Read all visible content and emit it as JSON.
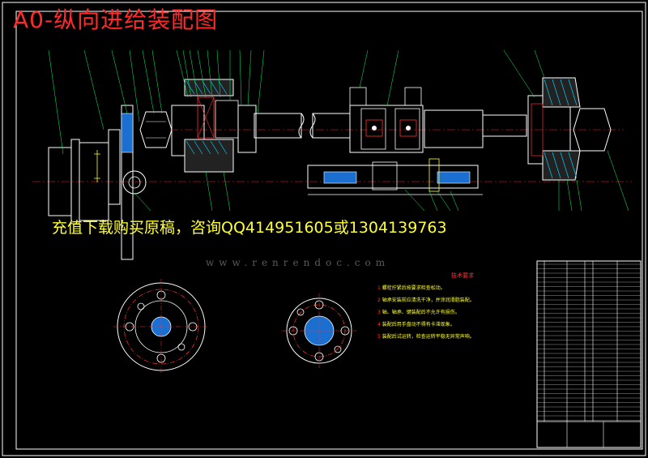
{
  "drawing": {
    "title": "A0-纵向进给装配图",
    "ad_text": "充值下载购买原稿，咨询QQ414951605或1304139763",
    "watermark": "www.renrendoc.com"
  },
  "tech_notes": {
    "heading": "技术要求",
    "items": [
      {
        "num": "1",
        "text": "螺栓拧紧后按要求检查松动。"
      },
      {
        "num": "2",
        "text": "轴承安装前应清洗干净，并涂润滑脂装配。"
      },
      {
        "num": "3",
        "text": "轴、轴承、键装配后不允许有损伤。"
      },
      {
        "num": "4",
        "text": "装配后用手盘动不得有卡滞现象。"
      },
      {
        "num": "5",
        "text": "装配后试运转，检查运转平稳无异常声响。"
      }
    ]
  },
  "colors": {
    "background": "#000000",
    "frame": "#ffffff",
    "title": "#ff2a2a",
    "ad": "#ffff33",
    "centerline": "#ff2020",
    "hatch": "#00d0ff",
    "part": "#ffffff",
    "leader": "#00ff66"
  }
}
